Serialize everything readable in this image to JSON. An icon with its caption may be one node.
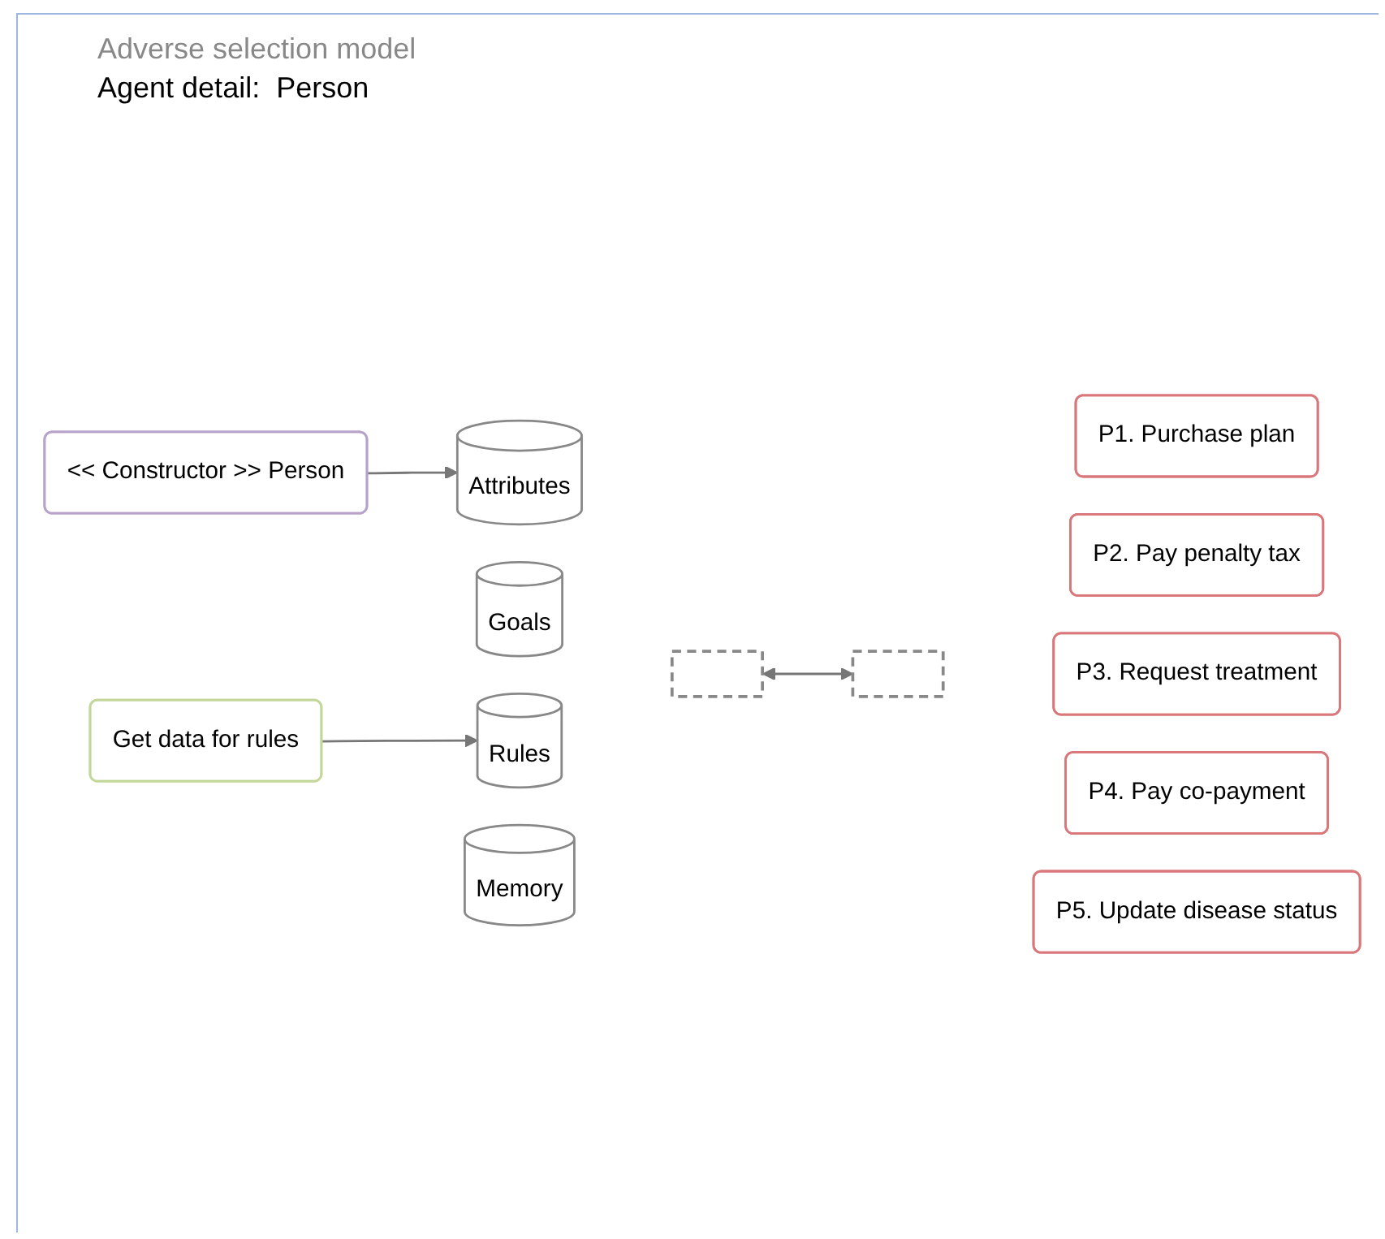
{
  "diagram": {
    "title": "Adverse selection model",
    "nodes": [
      {
        "text": [
          "<< Constructor >> Person"
        ]
      },
      {
        "text": [
          "Attributes"
        ]
      },
      {
        "text": [
          "Goals"
        ]
      },
      {
        "text": [
          "Get data for rules"
        ]
      },
      {
        "text": [
          "Rules"
        ]
      },
      {
        "text": [
          "Memory"
        ]
      },
      {
        "text": [],
        "shape": "bar"
      },
      {
        "text": [],
        "shape": "bar"
      },
      {
        "text": [
          "P1. Purchase plan"
        ]
      },
      {
        "text": [
          "P2. Pay penalty tax"
        ]
      },
      {
        "text": [
          "P3. Request treatment"
        ]
      },
      {
        "text": [
          "P4. Pay co-payment"
        ]
      },
      {
        "text": [
          "P5. Update disease status"
        ]
      }
    ],
    "edges": [
      {
        "from": 0,
        "to": 1,
        "arrow": "to"
      },
      {
        "from": 3,
        "to": 4,
        "arrow": "to"
      },
      {
        "from": 6,
        "to": 7,
        "arrow": "both"
      }
    ],
    "labels": [
      "Agent detail:  Person"
    ]
  }
}
